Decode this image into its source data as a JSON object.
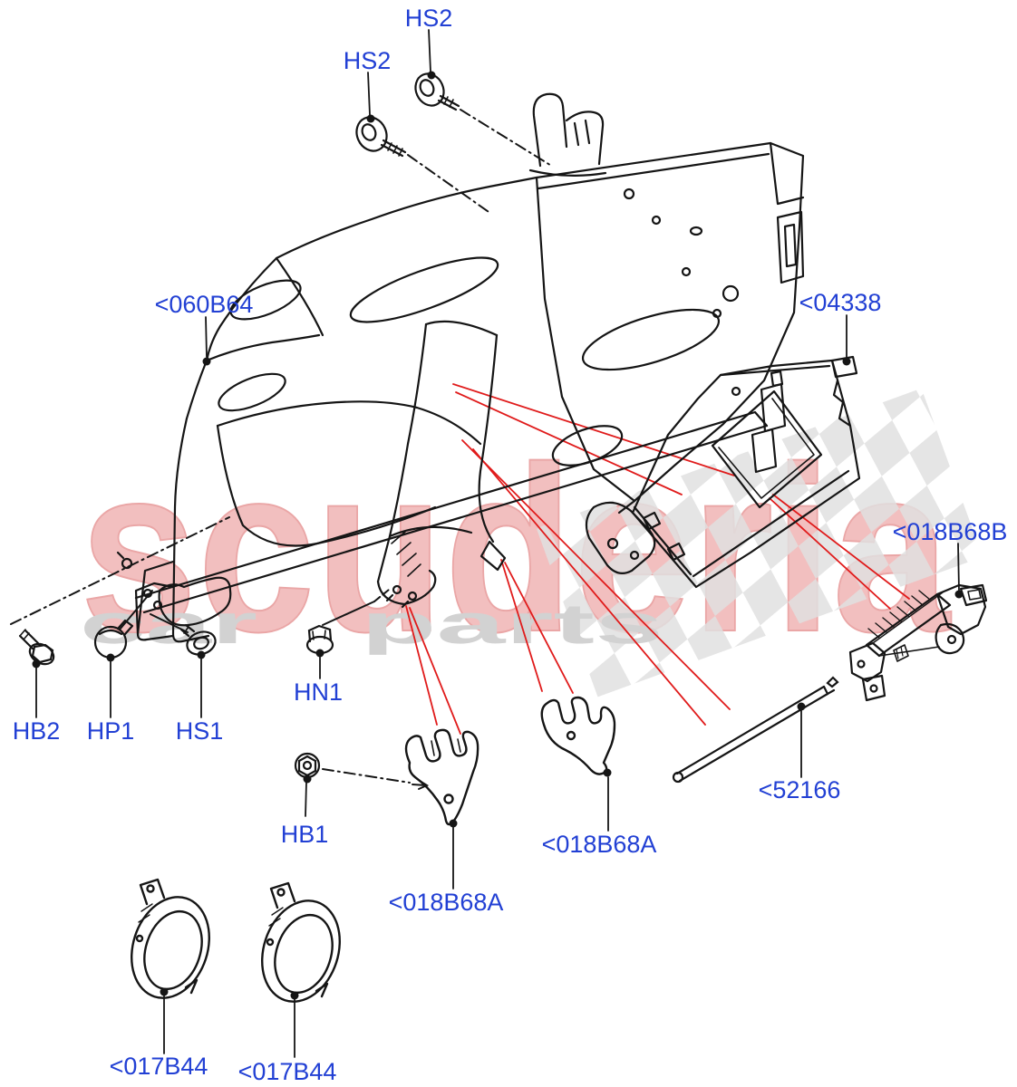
{
  "watermark": {
    "brand": "scuderia",
    "tagline_word1": "car",
    "tagline_word2": "parts"
  },
  "colors": {
    "label_color": "#2240d4",
    "pointer_color": "#e01b1b",
    "line_color": "#151515",
    "watermark_pink": "#f2bfbf",
    "watermark_gray": "#d2d2d2",
    "checker_gray": "#e0e0e0"
  },
  "labels": {
    "hs2_a": "HS2",
    "hs2_b": "HS2",
    "b060b64": "<060B64",
    "b04338": "<04338",
    "b018b68b": "<018B68B",
    "hb2": "HB2",
    "hp1": "HP1",
    "hs1": "HS1",
    "hn1": "HN1",
    "hb1": "HB1",
    "b018b68a_1": "<018B68A",
    "b018b68a_2": "<018B68A",
    "b52166": "<52166",
    "b017b44_1": "<017B44",
    "b017b44_2": "<017B44"
  }
}
